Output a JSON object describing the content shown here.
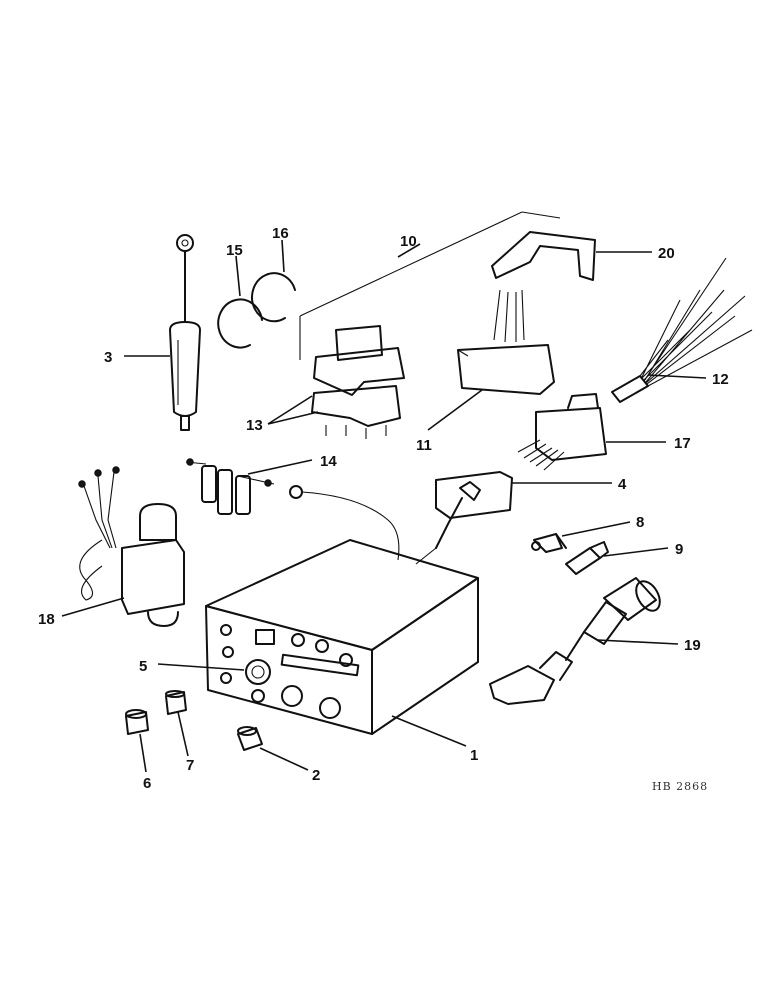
{
  "callouts": {
    "c1": "1",
    "c2": "2",
    "c3": "3",
    "c4": "4",
    "c5": "5",
    "c6": "6",
    "c7": "7",
    "c8": "8",
    "c9": "9",
    "c10": "10",
    "c11": "11",
    "c12": "12",
    "c13": "13",
    "c14": "14",
    "c15": "15",
    "c16": "16",
    "c17": "17",
    "c18": "18",
    "c19": "19",
    "c20": "20"
  },
  "reference_code": "HB 2868"
}
